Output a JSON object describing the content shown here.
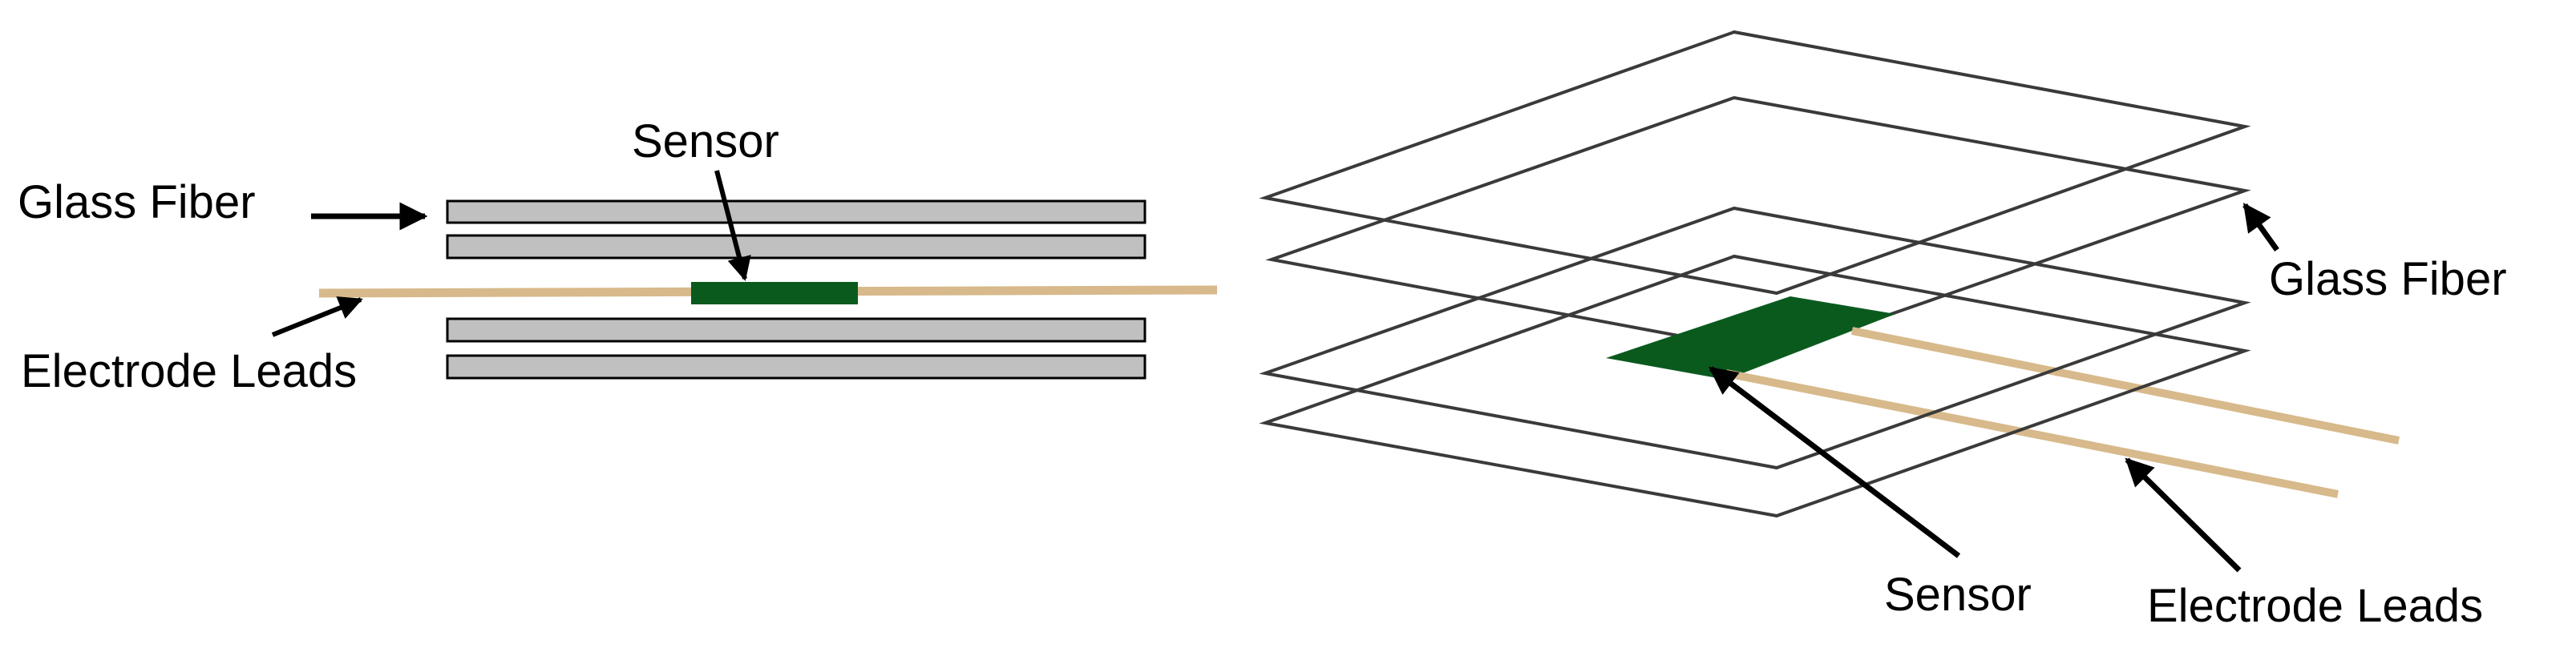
{
  "labels": {
    "left_glass_fiber": "Glass Fiber",
    "left_sensor": "Sensor",
    "left_electrode_leads": "Electrode Leads",
    "right_glass_fiber": "Glass Fiber",
    "right_sensor": "Sensor",
    "right_electrode_leads": "Electrode Leads"
  },
  "colors": {
    "glass_fiber_fill": "#c0c0c0",
    "sensor": "#0a5a1e",
    "electrode_lead": "#d7b98b",
    "outline": "#3a3a3a",
    "arrow": "#000000",
    "text": "#000000"
  }
}
